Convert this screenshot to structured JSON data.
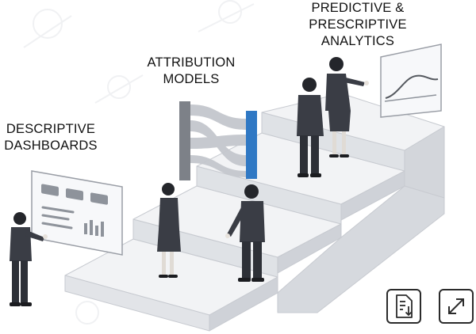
{
  "stages": [
    {
      "label": "DESCRIPTIVE\nDASHBOARDS"
    },
    {
      "label": "ATTRIBUTION\nMODELS"
    },
    {
      "label": "PREDICTIVE &\nPRESCRIPTIVE\nANALYTICS"
    }
  ],
  "actions": [
    {
      "icon": "download-file-icon"
    },
    {
      "icon": "expand-icon"
    }
  ],
  "colors": {
    "ink": "#111111",
    "suit": "#3a3d45",
    "stair_top": "#f1f2f4",
    "stair_side": "#d3d6db",
    "accent_bar": "#2f78c4",
    "sankey_bar": "#7d8188",
    "watermark": "#e4e6ea"
  }
}
